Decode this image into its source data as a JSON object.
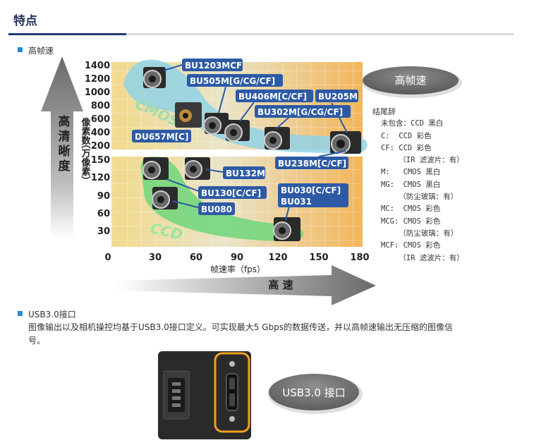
{
  "header": {
    "title": "特点"
  },
  "section1": {
    "label": "高帧速"
  },
  "chart": {
    "y_axis_label": [
      "像素数",
      "（万像素）"
    ],
    "y_ticks_upper": [
      "1400",
      "1200",
      "1000",
      "800",
      "600",
      "400",
      "200"
    ],
    "y_ticks_lower": [
      "150",
      "120",
      "90",
      "60",
      "30"
    ],
    "x_ticks": [
      "0",
      "30",
      "60",
      "90",
      "120",
      "150",
      "180"
    ],
    "x_axis_label": "帧速率（fps）",
    "vertical_arrow_text": [
      "高",
      "清",
      "晰",
      "度"
    ],
    "horizontal_arrow_text": "高 速",
    "badge_text": "高帧速",
    "group_cmos": "CMOS",
    "group_ccd": "CCD",
    "models": {
      "bu1203mcf": "BU1203MCF",
      "bu505m": "BU505M[G/CG/CF]",
      "bu406m": "BU406M[C/CF]",
      "bu205m": "BU205M",
      "bu302m": "BU302M[G/CG/CF]",
      "du657m": "DU657M[C]",
      "bu238m": "BU238M[C/CF]",
      "bu132m": "BU132M",
      "bu130": "BU130[C/CF]",
      "bu080": "BU080",
      "bu030": "BU030[C/CF]",
      "bu031": "BU031"
    }
  },
  "legend": {
    "title": "结尾辞",
    "items": [
      "未包含：CCD 黑白",
      "C:  CCD 彩色",
      "CF: CCD 彩色",
      "    （IR 滤波片：有）",
      "M:   CMOS 黑白",
      "MG:  CMOS 黑白",
      "    （防尘玻璃：有）",
      "MC:  CMOS 彩色",
      "MCG: CMOS 彩色",
      "    （防尘玻璃：有）",
      "MCF: CMOS 彩色",
      "    （IR 滤波片：有）"
    ]
  },
  "section2": {
    "label": "USB3.0接口",
    "description_line1": "图像输出以及相机操控均基于USB3.0接口定义。可实现最大5 Gbps的数据传送，并以高帧速输出无压缩的图像信",
    "description_line2": "号。",
    "badge_text": "USB3.0 接口"
  },
  "colors": {
    "accent_blue": "#1e8fd6",
    "title_navy": "#1f2f5a",
    "label_blue": "#2d5aa5",
    "cmos_green": "#5bbf6a",
    "ccd_green": "#3fbf5a",
    "usb_orange": "#f0a020"
  }
}
